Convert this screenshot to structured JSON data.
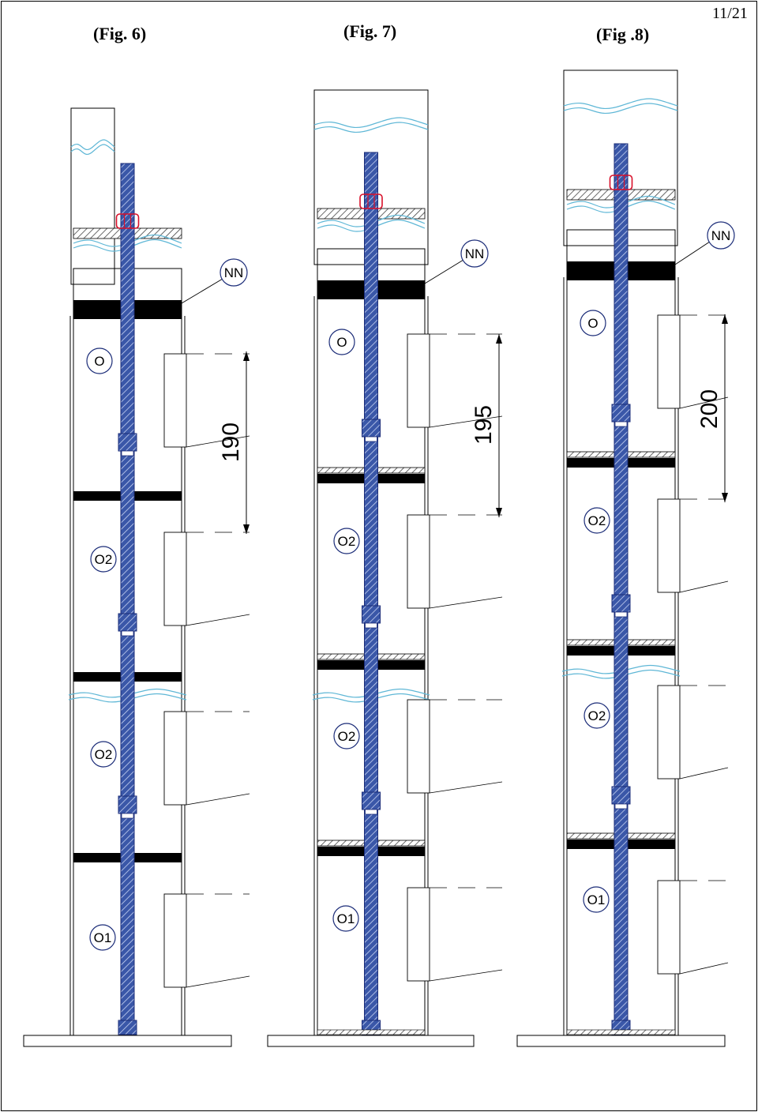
{
  "page": {
    "page_number": "11/21"
  },
  "figures": [
    {
      "title": "(Fig. 6)",
      "dimension": "190",
      "labels": {
        "top": "NN",
        "upper": "O",
        "mid1": "O2",
        "mid2": "O2",
        "bottom": "O1"
      }
    },
    {
      "title": "(Fig. 7)",
      "dimension": "195",
      "labels": {
        "top": "NN",
        "upper": "O",
        "mid1": "O2",
        "mid2": "O2",
        "bottom": "O1"
      }
    },
    {
      "title": "(Fig .8)",
      "dimension": "200",
      "labels": {
        "top": "NN",
        "upper": "O",
        "mid1": "O2",
        "mid2": "O2",
        "bottom": "O1"
      }
    }
  ],
  "colors": {
    "rod_fill": "#3a57a8",
    "rod_stroke": "#1b2c78",
    "wave": "#5fb7d6",
    "nut": "#d8102a",
    "slab": "#000000"
  }
}
